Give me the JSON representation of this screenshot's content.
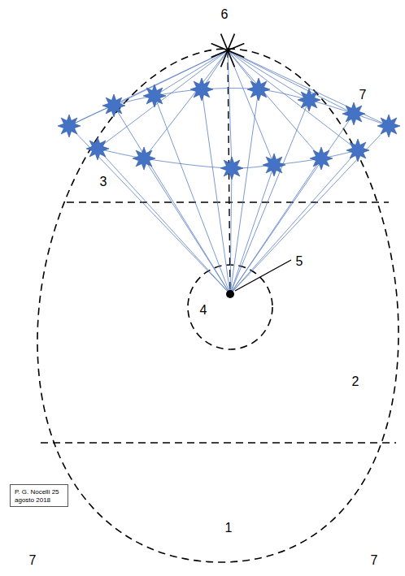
{
  "diagram": {
    "nodes": [
      {
        "text": [
          "P. G. Nocelli 25 agosto 2018"
        ]
      }
    ],
    "labels": [
      "6",
      "7",
      "3",
      "5",
      "4",
      "2",
      "1",
      "7",
      "7"
    ]
  }
}
